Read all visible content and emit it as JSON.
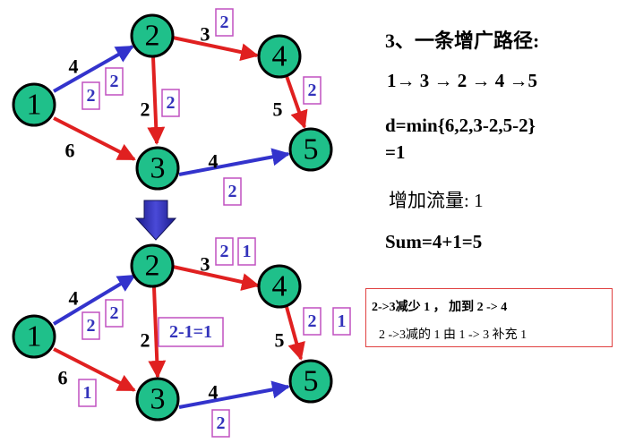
{
  "colors": {
    "node_fill": "#1fc08a",
    "edge_red": "#e02020",
    "edge_blue": "#3333cc",
    "box_border": "#c050c0",
    "note_border": "#e04040"
  },
  "top": {
    "nodes": [
      {
        "id": "1",
        "label": "1"
      },
      {
        "id": "2",
        "label": "2"
      },
      {
        "id": "3",
        "label": "3"
      },
      {
        "id": "4",
        "label": "4"
      },
      {
        "id": "5",
        "label": "5"
      }
    ],
    "edges": [
      {
        "from": "1",
        "to": "2",
        "color": "blue",
        "capacity": "4",
        "flows": [
          "2",
          "2"
        ]
      },
      {
        "from": "1",
        "to": "3",
        "color": "red",
        "capacity": "6",
        "flows": []
      },
      {
        "from": "2",
        "to": "4",
        "color": "red",
        "capacity": "3",
        "flows": [
          "2"
        ]
      },
      {
        "from": "2",
        "to": "3",
        "color": "red",
        "capacity": "2",
        "flows": [
          "2"
        ]
      },
      {
        "from": "4",
        "to": "5",
        "color": "red",
        "capacity": "5",
        "flows": [
          "2"
        ]
      },
      {
        "from": "3",
        "to": "5",
        "color": "blue",
        "capacity": "4",
        "flows": [
          "2"
        ]
      }
    ]
  },
  "bottom": {
    "nodes": [
      {
        "id": "1",
        "label": "1"
      },
      {
        "id": "2",
        "label": "2"
      },
      {
        "id": "3",
        "label": "3"
      },
      {
        "id": "4",
        "label": "4"
      },
      {
        "id": "5",
        "label": "5"
      }
    ],
    "edges": [
      {
        "from": "1",
        "to": "2",
        "color": "blue",
        "capacity": "4",
        "flows": [
          "2",
          "2"
        ]
      },
      {
        "from": "1",
        "to": "3",
        "color": "red",
        "capacity": "6",
        "flows": [
          "1"
        ]
      },
      {
        "from": "2",
        "to": "4",
        "color": "red",
        "capacity": "3",
        "flows": [
          "2",
          "1"
        ]
      },
      {
        "from": "2",
        "to": "3",
        "color": "red",
        "capacity": "2",
        "flows": [
          "2-1=1"
        ]
      },
      {
        "from": "4",
        "to": "5",
        "color": "red",
        "capacity": "5",
        "flows": [
          "2",
          "1"
        ]
      },
      {
        "from": "3",
        "to": "5",
        "color": "blue",
        "capacity": "4",
        "flows": [
          "2"
        ]
      }
    ]
  },
  "text": {
    "heading": "3、一条增广路径:",
    "path": "1→ 3 → 2 → 4 →5",
    "d_line1": "d=min{6,2,3-2,5-2}",
    "d_line2": "=1",
    "increase": "增加流量: 1",
    "sum": "Sum=4+1=5"
  },
  "note": {
    "line1": "2->3减少 1 ， 加到 2 -> 4",
    "line2": "2 ->3减的 1 由 1 -> 3 补充 1"
  }
}
